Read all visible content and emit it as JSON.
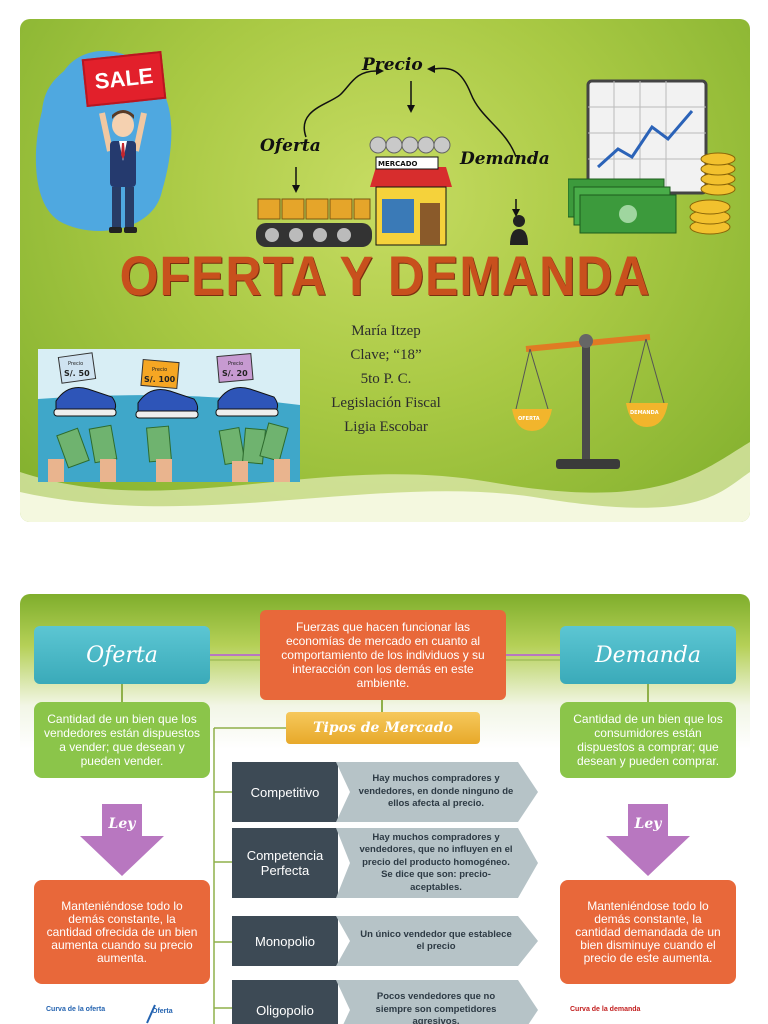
{
  "slide1": {
    "sale_sign": "SALE",
    "flow": {
      "precio": "Precio",
      "oferta": "Oferta",
      "demanda": "Demanda",
      "mercado_sign": "MERCADO"
    },
    "title": "OFERTA Y DEMANDA",
    "credits": [
      "María Itzep",
      "Clave; “18”",
      "5to P. C.",
      "Legislación Fiscal",
      "Ligia Escobar"
    ],
    "price_tags": [
      {
        "label": "Precio",
        "value": "S/. 50"
      },
      {
        "label": "Precio",
        "value": "S/. 100"
      },
      {
        "label": "Precio",
        "value": "S/. 20"
      }
    ],
    "scale_labels": {
      "left": "OFERTA",
      "right": "DEMANDA"
    }
  },
  "slide2": {
    "oferta_header": "Oferta",
    "demanda_header": "Demanda",
    "center_text": "Fuerzas que hacen funcionar las economías de mercado en cuanto al comportamiento de los individuos y su interacción con los demás en este ambiente.",
    "tipos_label": "Tipos de Mercado",
    "oferta_def": "Cantidad de un bien que los vendedores están dispuestos a vender; que desean y pueden vender.",
    "demanda_def": "Cantidad de un bien que los consumidores están dispuestos a comprar; que desean y pueden comprar.",
    "ley_left": "Ley",
    "ley_right": "Ley",
    "oferta_law": "Manteniéndose todo lo demás constante, la cantidad ofrecida de un bien aumenta cuando su precio aumenta.",
    "demanda_law": "Manteniéndose todo lo demás constante, la cantidad demandada de un bien disminuye cuando el precio de este aumenta.",
    "markets": [
      {
        "name": "Competitivo",
        "desc": "Hay muchos compradores y vendedores, en donde ninguno de ellos afecta al precio."
      },
      {
        "name": "Competencia Perfecta",
        "desc": "Hay muchos compradores y vendedores, que no influyen en el precio del producto homogéneo. Se dice que son: precio-aceptables."
      },
      {
        "name": "Monopolio",
        "desc": "Un único vendedor que establece el precio"
      },
      {
        "name": "Oligopolio",
        "desc": "Pocos vendedores que no siempre son competidores agresivos."
      }
    ],
    "curva_oferta": "Curva de la oferta",
    "oferta_tag": "Oferta",
    "curva_demanda": "Curva de la demanda"
  },
  "colors": {
    "orange": "#e8683a",
    "teal": "#3aaab9",
    "green": "#8bc54a",
    "gold": "#e7a92a",
    "dark": "#3d4a55",
    "purple": "#b877c0"
  }
}
